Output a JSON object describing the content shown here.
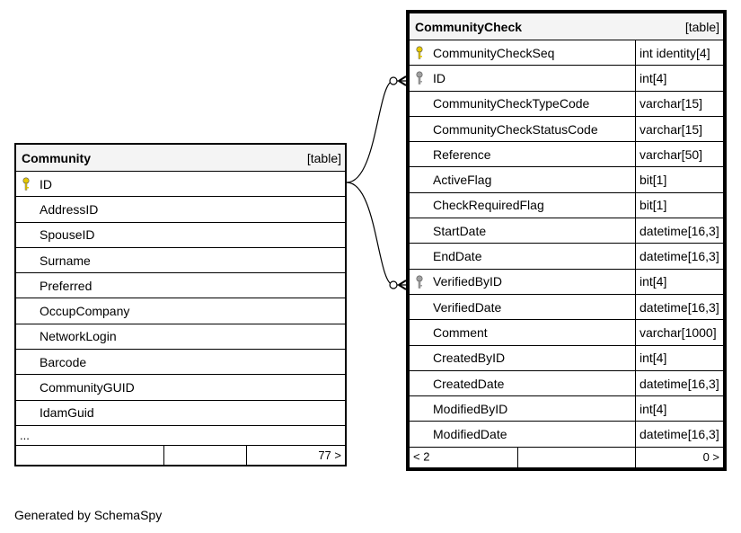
{
  "community": {
    "name": "Community",
    "kind": "[table]",
    "columns": [
      {
        "name": "ID",
        "key": "primary"
      },
      {
        "name": "AddressID",
        "key": ""
      },
      {
        "name": "SpouseID",
        "key": ""
      },
      {
        "name": "Surname",
        "key": ""
      },
      {
        "name": "Preferred",
        "key": ""
      },
      {
        "name": "OccupCompany",
        "key": ""
      },
      {
        "name": "NetworkLogin",
        "key": ""
      },
      {
        "name": "Barcode",
        "key": ""
      },
      {
        "name": "CommunityGUID",
        "key": ""
      },
      {
        "name": "IdamGuid",
        "key": ""
      }
    ],
    "more": "...",
    "footer": {
      "left": "",
      "middle": "",
      "right": "77 >"
    }
  },
  "communitycheck": {
    "name": "CommunityCheck",
    "kind": "[table]",
    "columns": [
      {
        "name": "CommunityCheckSeq",
        "type": "int identity[4]",
        "key": "primary"
      },
      {
        "name": "ID",
        "type": "int[4]",
        "key": "foreign"
      },
      {
        "name": "CommunityCheckTypeCode",
        "type": "varchar[15]",
        "key": ""
      },
      {
        "name": "CommunityCheckStatusCode",
        "type": "varchar[15]",
        "key": ""
      },
      {
        "name": "Reference",
        "type": "varchar[50]",
        "key": ""
      },
      {
        "name": "ActiveFlag",
        "type": "bit[1]",
        "key": ""
      },
      {
        "name": "CheckRequiredFlag",
        "type": "bit[1]",
        "key": ""
      },
      {
        "name": "StartDate",
        "type": "datetime[16,3]",
        "key": ""
      },
      {
        "name": "EndDate",
        "type": "datetime[16,3]",
        "key": ""
      },
      {
        "name": "VerifiedByID",
        "type": "int[4]",
        "key": "foreign"
      },
      {
        "name": "VerifiedDate",
        "type": "datetime[16,3]",
        "key": ""
      },
      {
        "name": "Comment",
        "type": "varchar[1000]",
        "key": ""
      },
      {
        "name": "CreatedByID",
        "type": "int[4]",
        "key": ""
      },
      {
        "name": "CreatedDate",
        "type": "datetime[16,3]",
        "key": ""
      },
      {
        "name": "ModifiedByID",
        "type": "int[4]",
        "key": ""
      },
      {
        "name": "ModifiedDate",
        "type": "datetime[16,3]",
        "key": ""
      }
    ],
    "footer": {
      "left": "< 2",
      "right": "0 >"
    }
  },
  "colors": {
    "primary_key": "#e6c800",
    "foreign_key": "#a0a0a0",
    "header_bg": "#f4f4f4"
  },
  "generated_by": "Generated by SchemaSpy"
}
